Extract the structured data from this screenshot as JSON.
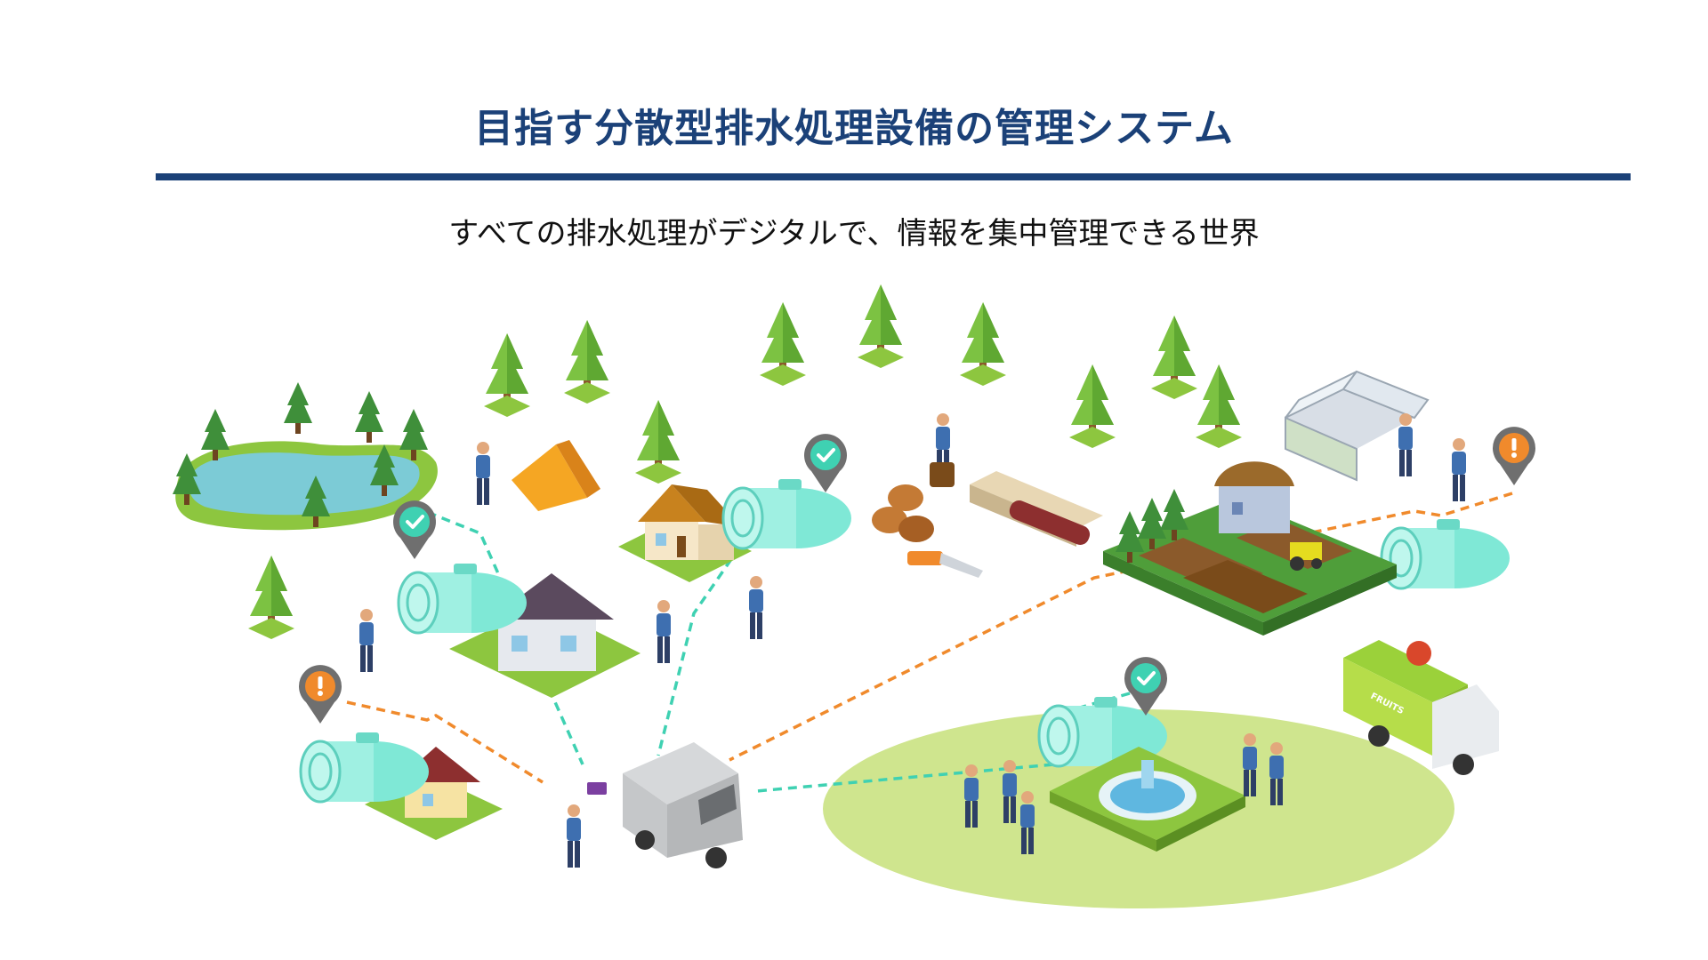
{
  "slide": {
    "title": "目指す分散型排水処理設備の管理システム",
    "subtitle": "すべての排水処理がデジタルで、情報を集中管理できる世界"
  },
  "illustration": {
    "truck_label": "FRUITS"
  },
  "colors": {
    "title": "#1b4178",
    "rule": "#1b4178",
    "tank": "#7fe8d6",
    "status_ok": "#3fd1b2",
    "status_alert": "#f08a2c",
    "pin_body": "#6f6f6f",
    "grass": "#8dc63f",
    "park": "#cfe58e",
    "pond": "#7ccbd6"
  },
  "icons": {
    "ok": "check-mark",
    "alert": "exclamation-mark"
  }
}
